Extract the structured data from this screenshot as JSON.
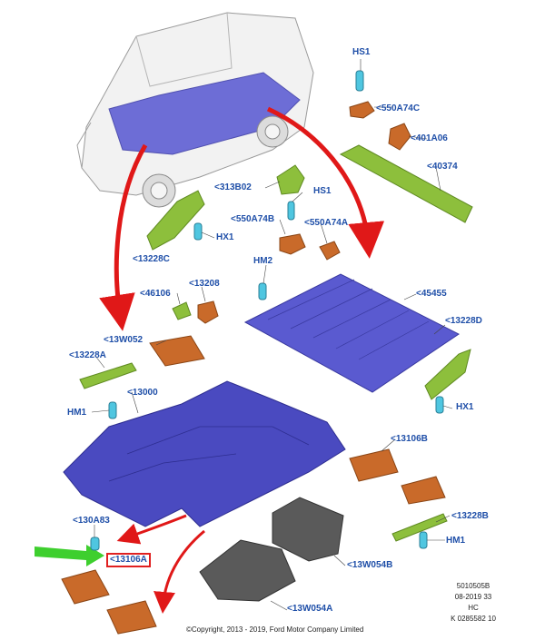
{
  "callouts": {
    "HS1_top": "HS1",
    "p550A74C": "<550A74C",
    "p401A06": "<401A06",
    "p40374": "<40374",
    "p313B02": "<313B02",
    "HS1_mid": "HS1",
    "p550A74B": "<550A74B",
    "p550A74A": "<550A74A",
    "HX1_left": "HX1",
    "p13228C": "<13228C",
    "HM2": "HM2",
    "p46106": "<46106",
    "p13208": "<13208",
    "p45455": "<45455",
    "p13228D": "<13228D",
    "p13W052": "<13W052",
    "p13228A": "<13228A",
    "p13000": "<13000",
    "HM1_left": "HM1",
    "HX1_right": "HX1",
    "p13106B": "<13106B",
    "p13228B": "<13228B",
    "p130A83": "<130A83",
    "HM1_right": "HM1",
    "p13106A": "<13106A",
    "p13W054B": "<13W054B",
    "p13W054A": "<13W054A"
  },
  "info_block": {
    "line1": "5010505B",
    "line2": "08-2019 33",
    "line3": "HC",
    "line4": "K 0285582 10"
  },
  "copyright": "©Copyright, 2013 - 2019, Ford Motor Company Limited",
  "colors": {
    "callout_text": "#1f4fa8",
    "floor_mat": "#4a4ac0",
    "green_trim": "#8dbf3c",
    "orange_part": "#c96a2a",
    "grey_insert": "#5a5a5a",
    "arrow_red": "#e01818",
    "indicator_green": "#3ecf2e",
    "highlight_box": "#e02020"
  },
  "highlighted_callout": "p13106A"
}
